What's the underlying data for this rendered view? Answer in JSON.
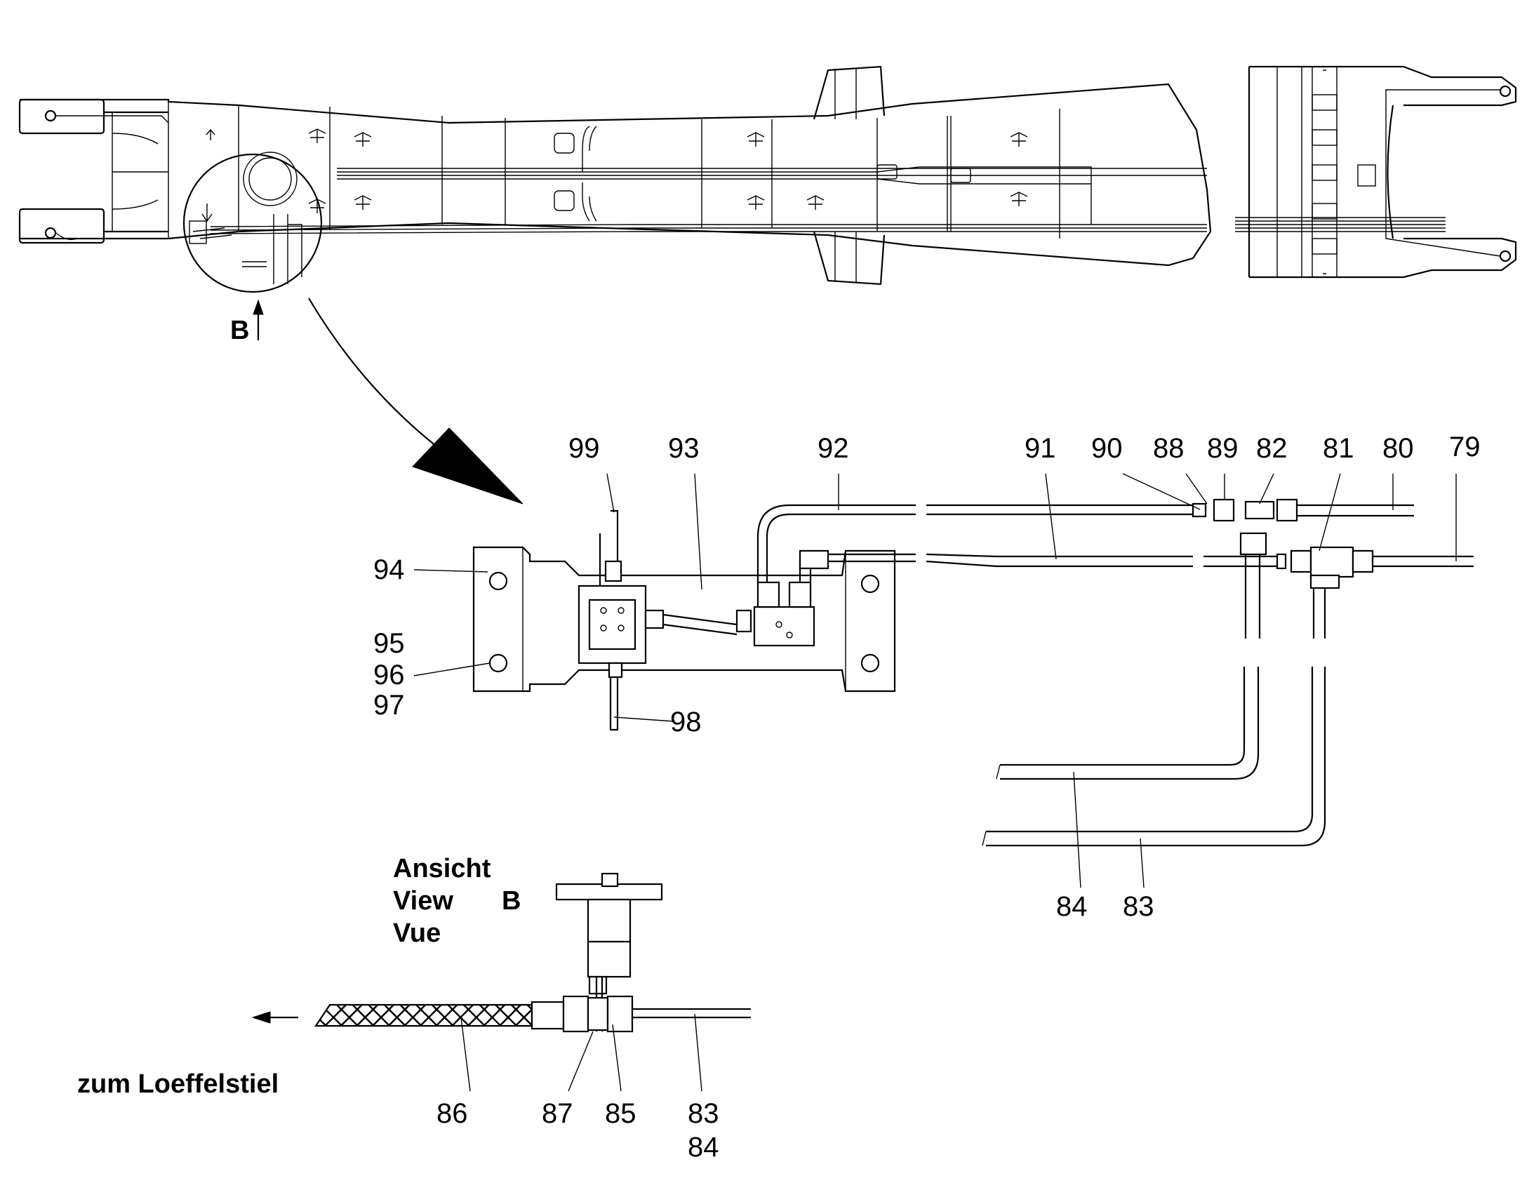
{
  "view_marker": "B",
  "callouts": {
    "c99": "99",
    "c93": "93",
    "c92": "92",
    "c91": "91",
    "c90": "90",
    "c88": "88",
    "c89": "89",
    "c82": "82",
    "c81": "81",
    "c80": "80",
    "c79": "79",
    "c94": "94",
    "c95": "95",
    "c96": "96",
    "c97": "97",
    "c98": "98",
    "c84a": "84",
    "c83a": "83",
    "c86": "86",
    "c87": "87",
    "c85": "85",
    "c83b": "83",
    "c84b": "84"
  },
  "view_label": {
    "line1": "Ansicht",
    "line2": "View",
    "line3": "Vue",
    "view_letter": "B"
  },
  "direction_label": "zum  Loeffelstiel",
  "colors": {
    "ink": "#000000",
    "paper": "#ffffff"
  }
}
